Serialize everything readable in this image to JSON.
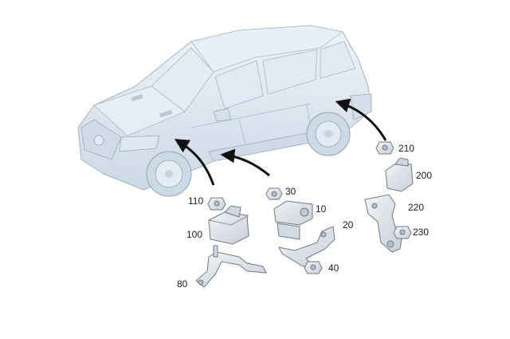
{
  "diagram": {
    "part_labels": [
      "10",
      "20",
      "30",
      "40",
      "80",
      "100",
      "110",
      "200",
      "210",
      "220",
      "230"
    ]
  },
  "colors": {
    "part_fill": "#dde2e8",
    "part_stroke": "#6f7a86",
    "vehicle_fill": "#dbe6f1",
    "vehicle_stroke": "#8fa4b8",
    "arrow": "#111111"
  }
}
